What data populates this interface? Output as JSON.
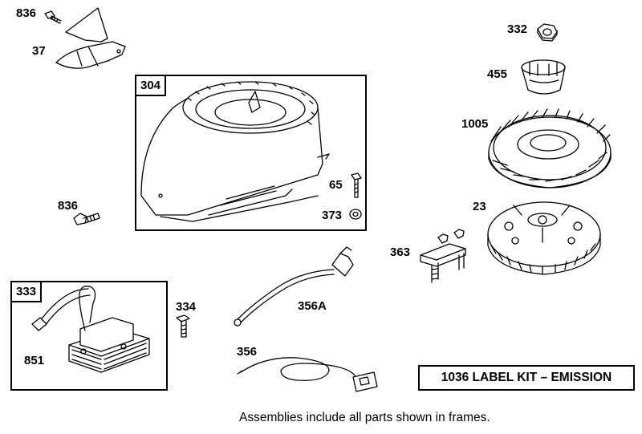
{
  "labels": {
    "p836a": "836",
    "p37": "37",
    "p332": "332",
    "p455": "455",
    "p1005": "1005",
    "p65": "65",
    "p373": "373",
    "p836b": "836",
    "p23": "23",
    "p363": "363",
    "p334": "334",
    "p356a": "356A",
    "p851": "851",
    "p356": "356"
  },
  "frames": {
    "blower_housing": "304",
    "ignition": "333"
  },
  "kit_label": "1036 LABEL KIT – EMISSION",
  "footnote": "Assemblies include all parts shown in frames."
}
